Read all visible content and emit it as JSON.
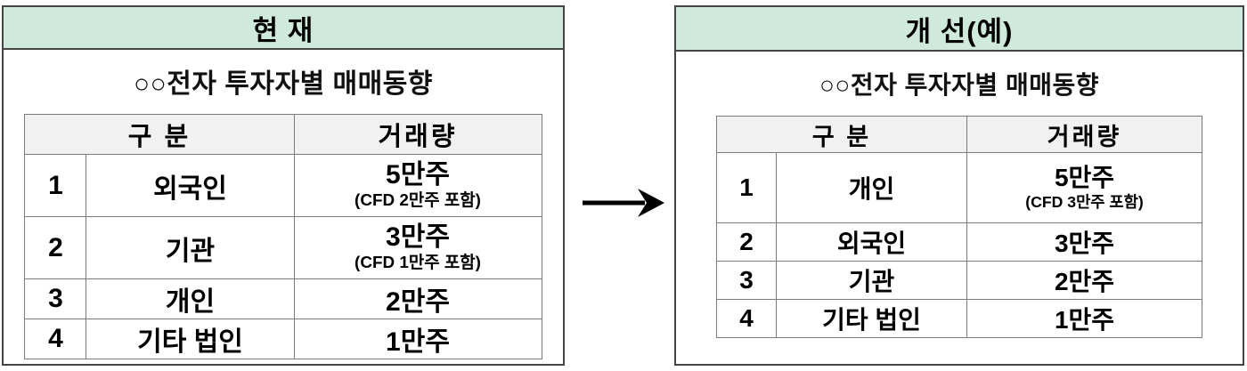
{
  "panels": [
    {
      "header": "현 재",
      "subtitle": "○○전자 투자자별 매매동향",
      "table": {
        "headers": {
          "category": "구  분",
          "volume": "거래량"
        },
        "rows": [
          {
            "no": "1",
            "name": "외국인",
            "qty": "5만주",
            "note": "(CFD 2만주 포함)",
            "color": "blue"
          },
          {
            "no": "2",
            "name": "기관",
            "qty": "3만주",
            "note": "(CFD 1만주 포함)",
            "color": "blue"
          },
          {
            "no": "3",
            "name": "개인",
            "qty": "2만주",
            "note": "",
            "color": "blue"
          },
          {
            "no": "4",
            "name": "기타 법인",
            "qty": "1만주",
            "note": "",
            "color": "black"
          }
        ]
      }
    },
    {
      "header": "개 선(예)",
      "subtitle": "○○전자 투자자별 매매동향",
      "table": {
        "headers": {
          "category": "구  분",
          "volume": "거래량"
        },
        "rows": [
          {
            "no": "1",
            "name": "개인",
            "qty": "5만주",
            "note": "(CFD 3만주 포함)",
            "color": "blue"
          },
          {
            "no": "2",
            "name": "외국인",
            "qty": "3만주",
            "note": "",
            "color": "blue"
          },
          {
            "no": "3",
            "name": "기관",
            "qty": "2만주",
            "note": "",
            "color": "blue"
          },
          {
            "no": "4",
            "name": "기타 법인",
            "qty": "1만주",
            "note": "",
            "color": "black"
          }
        ]
      }
    }
  ],
  "arrow": {
    "name": "right-arrow"
  },
  "colors": {
    "header_band": "#cfeadc",
    "table_header": "#f1f1f1",
    "accent_blue": "#1a1ad6",
    "border": "#7b7b7b",
    "panel_border": "#444444"
  }
}
